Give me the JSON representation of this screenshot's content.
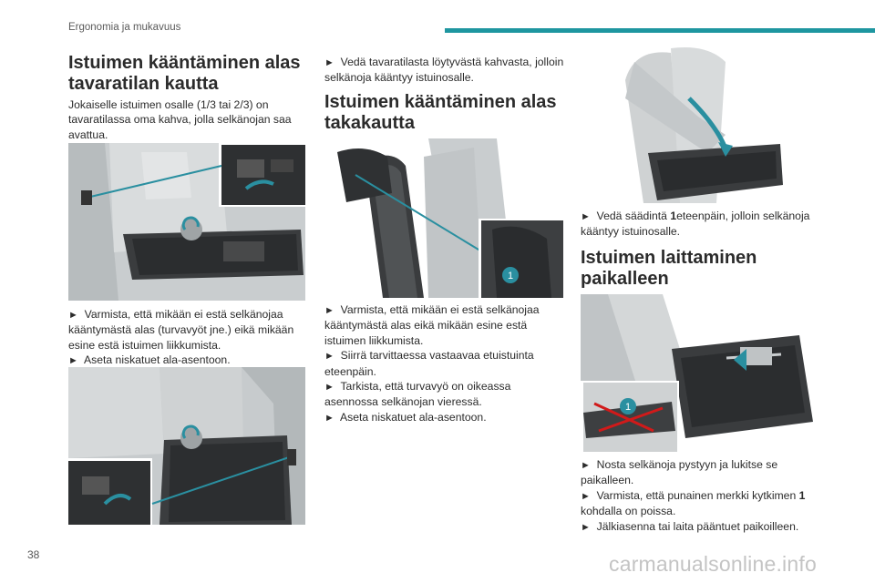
{
  "header": {
    "section": "Ergonomia ja mukavuus"
  },
  "page_number": "38",
  "watermark": "carmanualsonline.info",
  "columns": {
    "left": {
      "title_line1": "Istuimen kääntäminen alas",
      "title_line2": "tavaratilan kautta",
      "intro_line1": "Jokaiselle istuimen osalle (1/3 tai 2/3) on",
      "intro_line2": "tavaratilassa oma kahva, jolla selkänojan saa",
      "intro_line3": "avattua.",
      "step1_line1": "Varmista, että mikään ei estä selkänojaa",
      "step1_line2": "kääntymästä alas (turvavyöt jne.) eikä mikään",
      "step1_line3": "esine estä istuimen liikkumista.",
      "step2_line1": "Aseta niskatuet ala-asentoon."
    },
    "middle": {
      "step_line1": "Vedä tavaratilasta löytyvästä kahvasta, jolloin",
      "step_line2": "selkänoja kääntyy istuinosalle.",
      "title_line1": "Istuimen kääntäminen alas",
      "title_line2": "takakautta",
      "step1_line1": "Varmista, että mikään ei estä selkänojaa",
      "step1_line2": "kääntymästä alas eikä mikään esine estä",
      "step1_line3": "istuimen liikkumista.",
      "step2_line1": "Siirrä tarvittaessa vastaavaa etuistuinta",
      "step2_line2": "eteenpäin.",
      "step3_line1": "Tarkista, että turvavyö on oikeassa",
      "step3_line2": "asennossa selkänojan vieressä.",
      "step4_line1": "Aseta niskatuet ala-asentoon."
    },
    "right": {
      "step_line1_pre": "Vedä säädintä ",
      "step_line1_bold": "1",
      "step_line1_post": "eteenpäin, jolloin selkänoja",
      "step_line2": "kääntyy istuinosalle.",
      "title_line1": "Istuimen laittaminen",
      "title_line2": "paikalleen",
      "step1_line1": "Nosta selkänoja pystyyn ja lukitse se",
      "step1_line2": "paikalleen.",
      "step2_line1_pre": "Varmista, että punainen merkki kytkimen ",
      "step2_line1_bold": "1",
      "step2_line2": "kohdalla on poissa.",
      "step3_line1": "Jälkiasenna tai laita pääntuet paikoilleen."
    }
  },
  "bullet": "►",
  "callout_label": "1",
  "colors": {
    "accent": "#1e96a0",
    "text": "#2b2b2b",
    "marker": "#d11a1a"
  }
}
